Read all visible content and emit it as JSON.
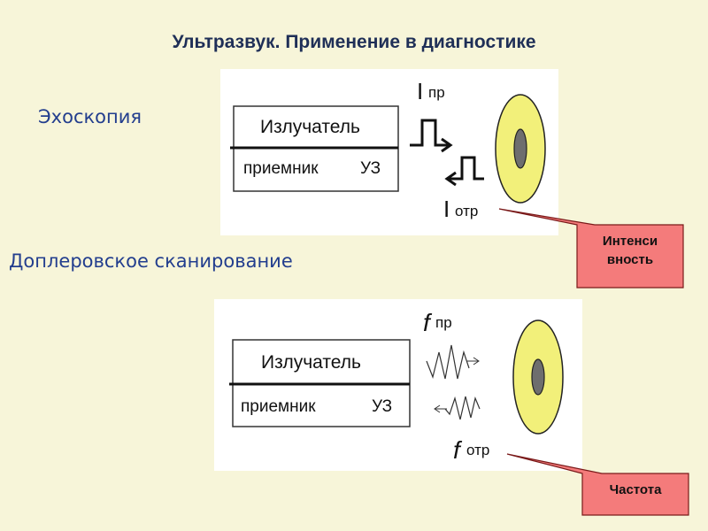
{
  "slide": {
    "title": "Ультразвук. Применение в диагностике"
  },
  "echoscopy": {
    "label": "Эхоскопия",
    "emitter_label": "Излучатель",
    "receiver_label": "приемник",
    "us_label": "УЗ",
    "incident_symbol": "I",
    "incident_sub": "пр",
    "reflected_symbol": "I",
    "reflected_sub": "отр",
    "callout": {
      "line1": "Интенси",
      "line2": "вность"
    }
  },
  "doppler": {
    "label": "Доплеровское сканирование",
    "emitter_label": "Излучатель",
    "receiver_label": "приемник",
    "us_label": "УЗ",
    "incident_symbol": "f",
    "incident_sub": "пр",
    "reflected_symbol": "f",
    "reflected_sub": "отр",
    "callout": {
      "text": "Частота"
    }
  },
  "colors": {
    "background": "#f7f5d9",
    "title": "#1f2f57",
    "label": "#233e8e",
    "callout_fill": "#f47b7b",
    "target_outer": "#f2f07a",
    "target_inner": "#6e6e6e"
  }
}
